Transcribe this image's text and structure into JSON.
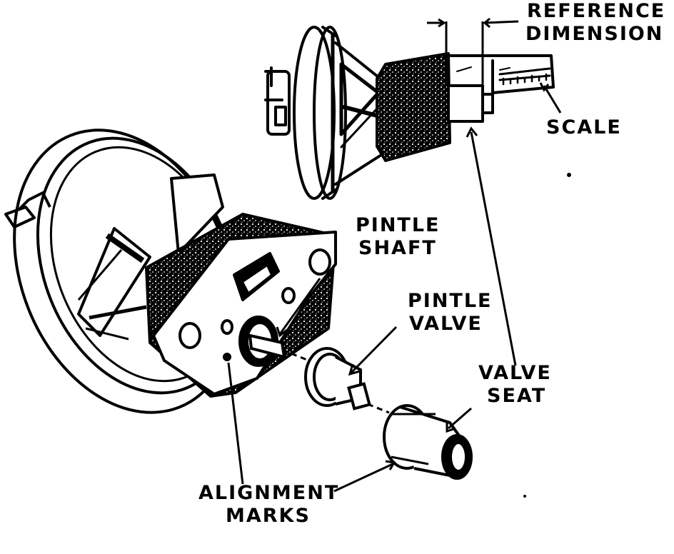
{
  "labels": {
    "reference_dimension": [
      "REFERENCE",
      "DIMENSION"
    ],
    "scale": "SCALE",
    "pintle_shaft": [
      "PINTLE",
      "SHAFT"
    ],
    "pintle_valve": [
      "PINTLE",
      "VALVE"
    ],
    "valve_seat": [
      "VALVE",
      "SEAT"
    ],
    "alignment_marks": [
      "ALIGNMENT",
      "MARKS"
    ]
  },
  "colors": {
    "ink": "#000000",
    "paper": "#ffffff"
  }
}
